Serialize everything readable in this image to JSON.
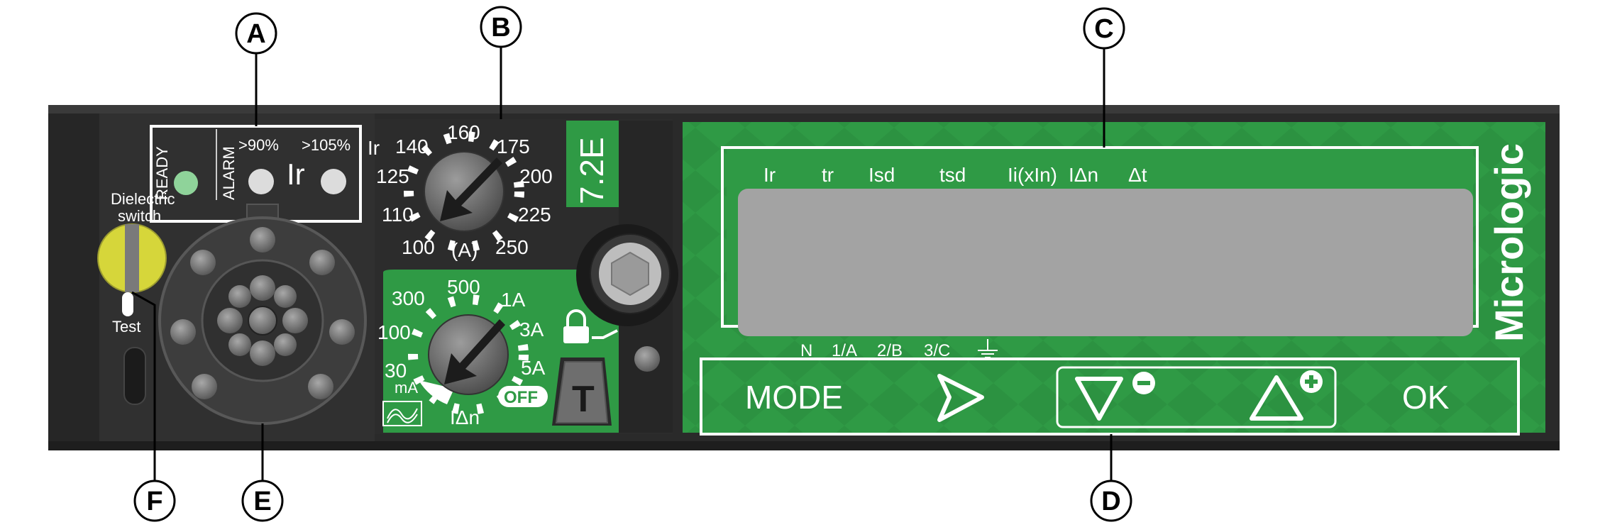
{
  "callouts": {
    "a": "A",
    "b": "B",
    "c": "C",
    "d": "D",
    "e": "E",
    "f": "F"
  },
  "dielectric_switch": {
    "label_line1": "Dielectric",
    "label_line2": "switch",
    "test_label": "Test"
  },
  "indicators": {
    "ready": "READY",
    "alarm": "ALARM",
    "gt90": ">90%",
    "gt105": ">105%",
    "ir_symbol": "Ir"
  },
  "ir_dial": {
    "marks": [
      "100",
      "110",
      "125",
      "140",
      "160",
      "175",
      "200",
      "225",
      "250"
    ],
    "unit": "(A)",
    "side_label": "Ir"
  },
  "idn_dial": {
    "marks": [
      "30",
      "100",
      "300",
      "500",
      "1A",
      "3A",
      "5A"
    ],
    "ma_label": "mA",
    "off_label": "OFF",
    "caption": "IΔn"
  },
  "model": {
    "label": "7.2E"
  },
  "test_button": {
    "label": "T"
  },
  "display": {
    "top_labels": [
      "Ir",
      "tr",
      "Isd",
      "tsd",
      "Ii(xIn)",
      "IΔn",
      "Δt"
    ],
    "bottom_labels": [
      "N",
      "1/A",
      "2/B",
      "3/C"
    ]
  },
  "brand": {
    "name": "Micrologic"
  },
  "keypad": {
    "mode": "MODE",
    "ok": "OK"
  },
  "colors": {
    "body_dark": "#2a2a2a",
    "panel_green": "#2f9a45",
    "lcd_grey": "#a3a3a3",
    "switch_yellow": "#d6d63a",
    "ready_led": "#8fd39a"
  }
}
